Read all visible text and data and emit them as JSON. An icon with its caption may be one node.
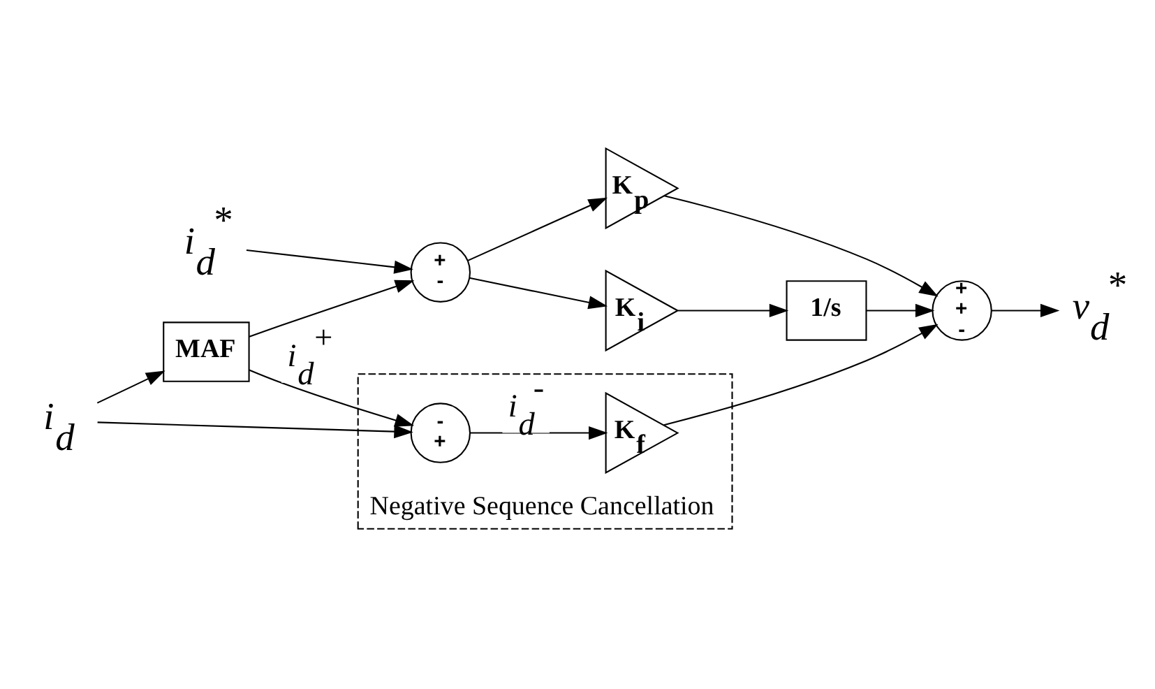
{
  "diagram": {
    "nodes": [
      {
        "text": [
          "i$_{d}$$^{*}$"
        ]
      },
      {
        "text": [
          "+",
          "-"
        ]
      },
      {
        "text": [
          "K$_{p}$"
        ]
      },
      {
        "text": [
          "K$_{i}$"
        ]
      },
      {
        "text": [
          "1/s"
        ]
      },
      {
        "text": [
          "+",
          "+",
          "-"
        ]
      },
      {
        "text": [
          "v$_{d}$$^{*}$"
        ]
      },
      {
        "text": [
          "i$_{d}$"
        ]
      },
      {
        "text": [
          "MAF"
        ]
      },
      {
        "text": [
          "Negative Sequence Cancellation"
        ]
      },
      {
        "text": [
          "-",
          "+"
        ],
        "in": 9
      },
      {
        "text": [
          "K$_{f}$"
        ],
        "in": 9
      }
    ],
    "edges": [
      {
        "from": 0,
        "to": 1,
        "arrow": "to"
      },
      {
        "from": 1,
        "to": 2,
        "arrow": "to"
      },
      {
        "from": 1,
        "to": 3,
        "arrow": "to"
      },
      {
        "from": 3,
        "to": 4,
        "arrow": "to"
      },
      {
        "from": 4,
        "to": 5,
        "arrow": "to"
      },
      {
        "from": 2,
        "to": 5,
        "arrow": "to"
      },
      {
        "from": 5,
        "to": 6,
        "arrow": "to"
      },
      {
        "from": 7,
        "to": 8,
        "arrow": "to"
      },
      {
        "from": 8,
        "to": 1,
        "arrow": "to"
      },
      {
        "from": 8,
        "to": 10,
        "arrow": "to",
        "label": "i$_{d}$$^{+}$"
      },
      {
        "from": 7,
        "to": 10,
        "arrow": "to"
      },
      {
        "from": 10,
        "to": 11,
        "arrow": "to",
        "label": "i$_{d}$$^{-}$"
      },
      {
        "from": 11,
        "to": 5,
        "arrow": "to"
      }
    ]
  }
}
